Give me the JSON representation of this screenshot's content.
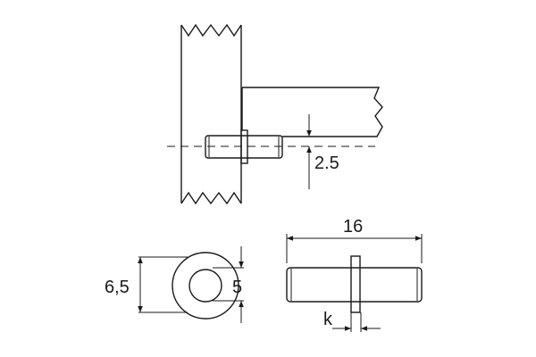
{
  "dimensions": {
    "offset": "2.5",
    "outer_diameter": "6,5",
    "inner_diameter": "5",
    "length": "16",
    "flange_offset": "k"
  },
  "colors": {
    "line": "#1a1a1a",
    "background": "#ffffff"
  }
}
